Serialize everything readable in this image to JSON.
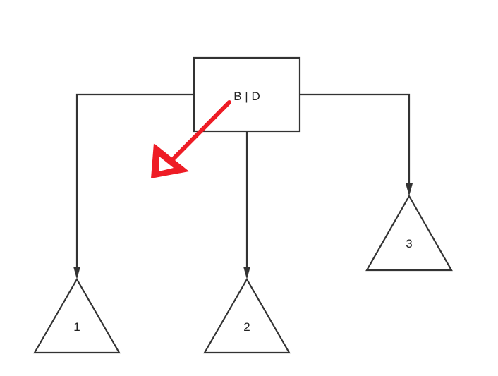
{
  "diagram": {
    "root": {
      "label": "B | D"
    },
    "children": [
      {
        "label": "1"
      },
      {
        "label": "2"
      },
      {
        "label": "3"
      }
    ],
    "colors": {
      "line": "#333333",
      "annotation_arrow": "#ee1c25"
    },
    "annotation": {
      "icon": "red-arrow-icon"
    }
  }
}
